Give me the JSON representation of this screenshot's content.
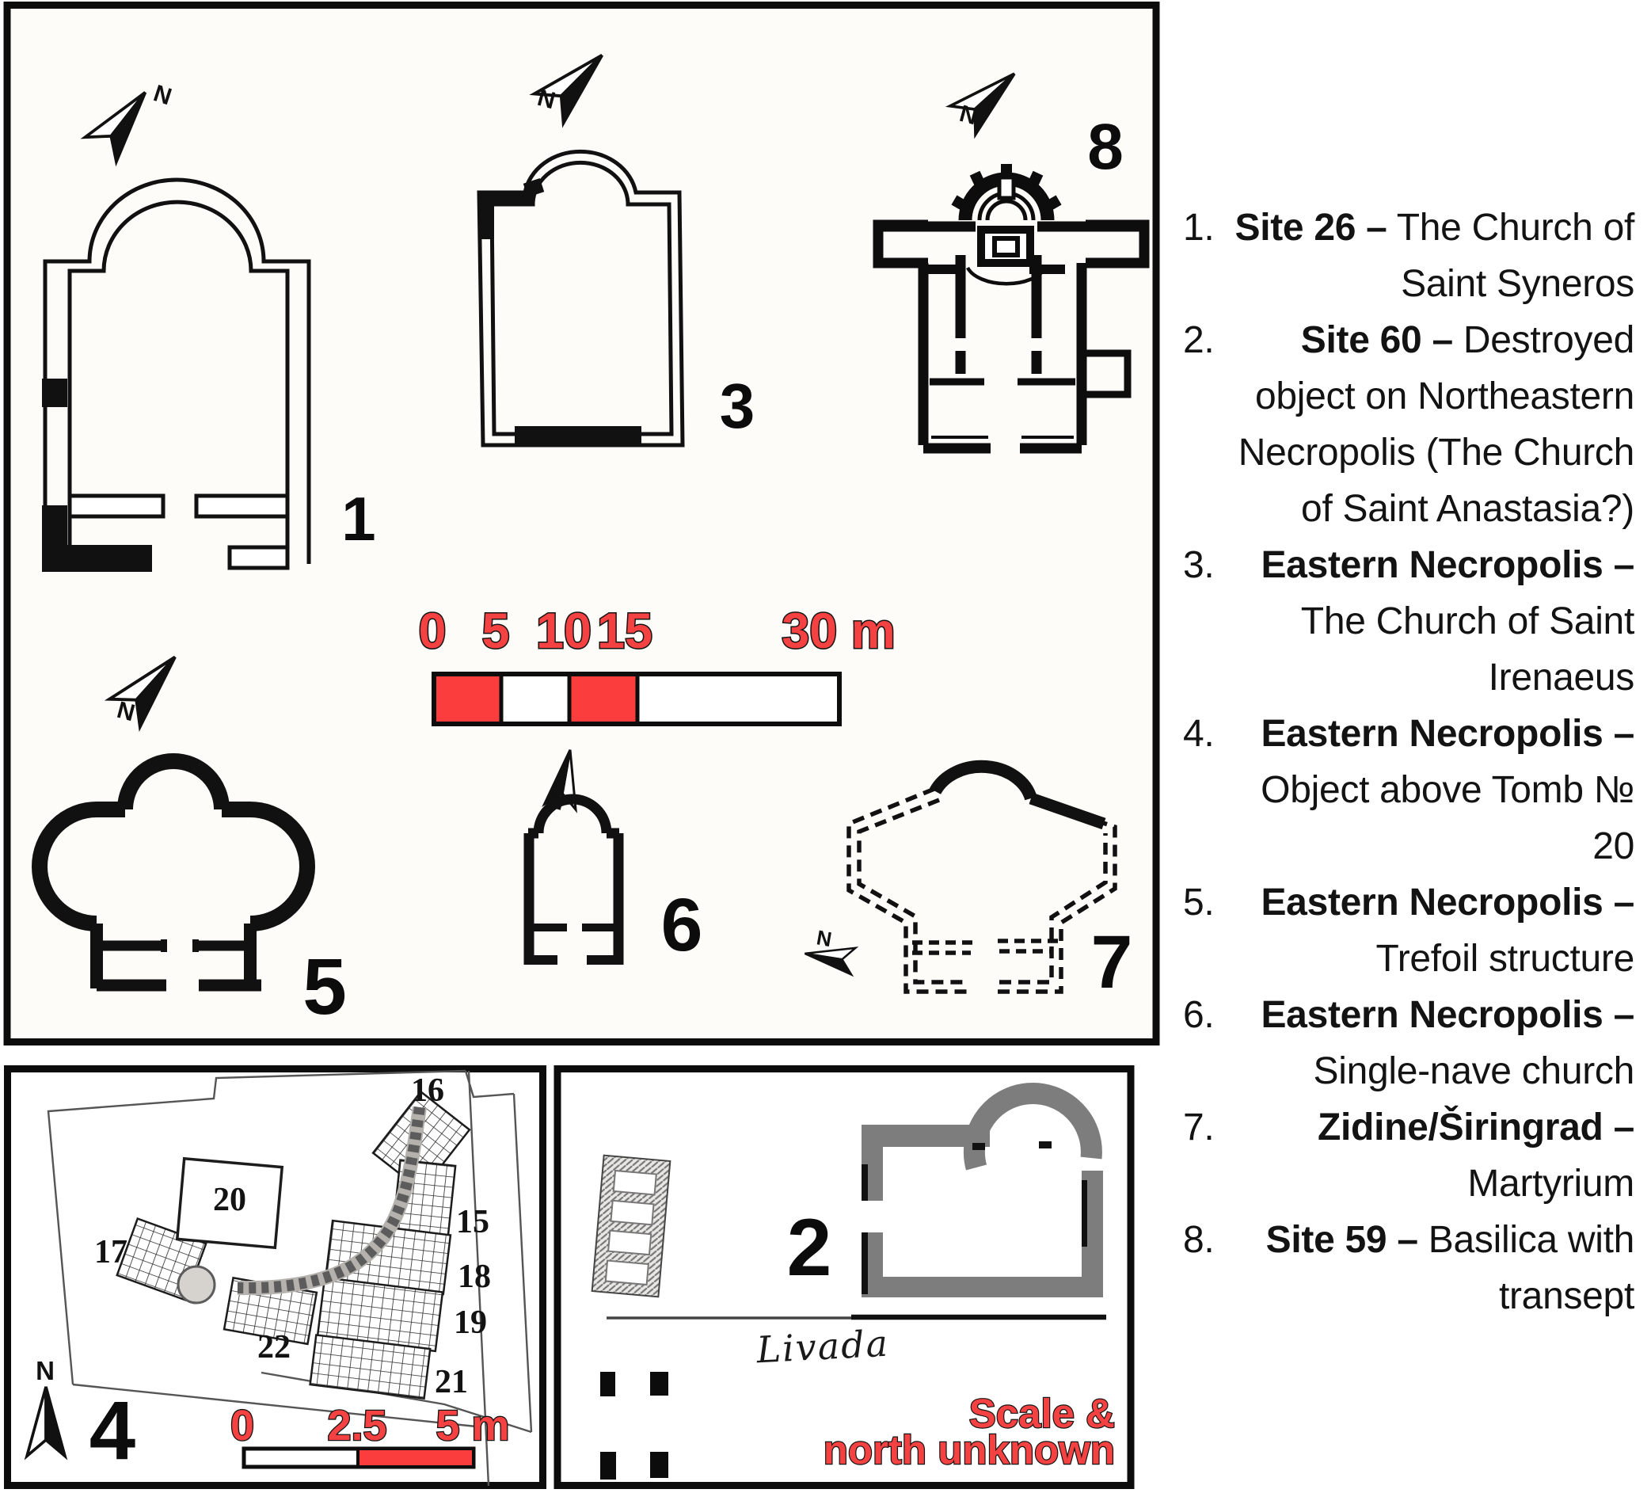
{
  "compass": {
    "n": "N"
  },
  "main_panel": {
    "plans": {
      "p1": "1",
      "p3": "3",
      "p5": "5",
      "p6": "6",
      "p7": "7",
      "p8": "8"
    },
    "scale_bar": {
      "labels": [
        "0",
        "5",
        "10",
        "15",
        "30 m"
      ]
    }
  },
  "panel_tomb20": {
    "number": "4",
    "tombs": {
      "t15": "15",
      "t16": "16",
      "t17": "17",
      "t18": "18",
      "t19": "19",
      "t20": "20",
      "t21": "21",
      "t22": "22"
    },
    "scale_bar": {
      "labels": [
        "0",
        "2.5",
        "5 m"
      ]
    }
  },
  "panel_site60": {
    "number": "2",
    "annotation": "Livada",
    "note": {
      "line1": "Scale &",
      "line2": "north unknown"
    }
  },
  "legend": {
    "items": [
      {
        "num": "1.",
        "bold": "Site 26 –",
        "text": " The Church of\nSaint Syneros"
      },
      {
        "num": "2.",
        "bold": "Site 60 –",
        "text": "  Destroyed\nobject on Northeastern\nNecropolis (The Church\nof Saint Anastasia?)"
      },
      {
        "num": "3.",
        "bold": "Eastern Necropolis –",
        "text": "\nThe Church of Saint\nIrenaeus"
      },
      {
        "num": "4.",
        "bold": "Eastern Necropolis –",
        "text": "\nObject above Tomb № 20"
      },
      {
        "num": "5.",
        "bold": "Eastern Necropolis –",
        "text": "\nTrefoil structure"
      },
      {
        "num": "6.",
        "bold": "Eastern Necropolis –",
        "text": "\nSingle-nave church"
      },
      {
        "num": "7.",
        "bold": "Zidine/Širingrad –",
        "text": "\nMartyrium"
      },
      {
        "num": "8.",
        "bold": "Site 59 –",
        "text": " Basilica with\ntransept"
      }
    ]
  },
  "colors": {
    "accent_red": "#f44242",
    "bar_red": "#fb3d3d",
    "wall_gray": "#7d7d7d"
  }
}
